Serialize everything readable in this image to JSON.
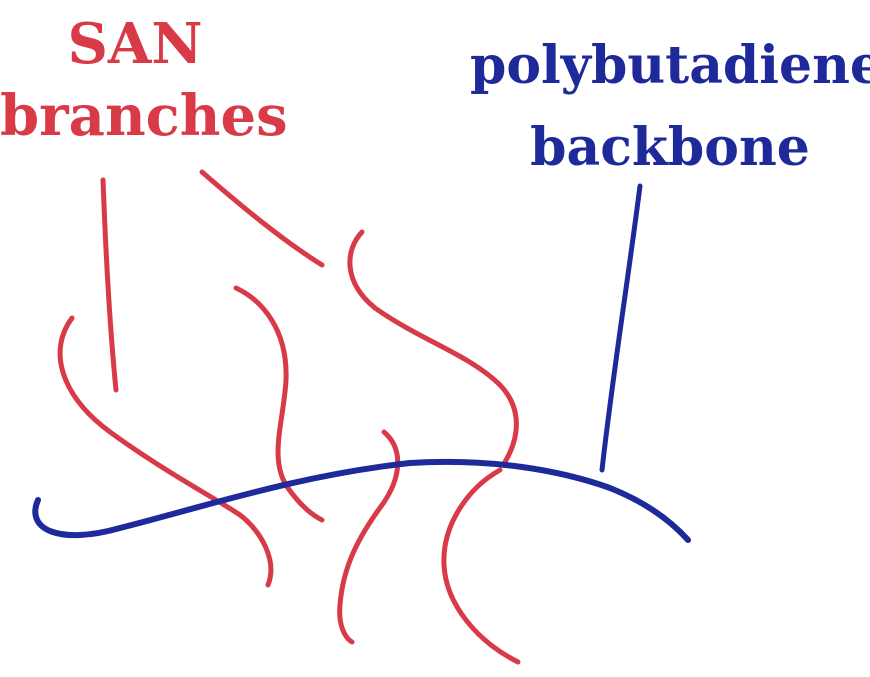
{
  "labels": {
    "san_line1": "SAN",
    "san_line2": "branches",
    "backbone_line1": "polybutadiene",
    "backbone_line2": "backbone"
  },
  "colors": {
    "san": "#d83a48",
    "backbone": "#1f2a9a"
  }
}
